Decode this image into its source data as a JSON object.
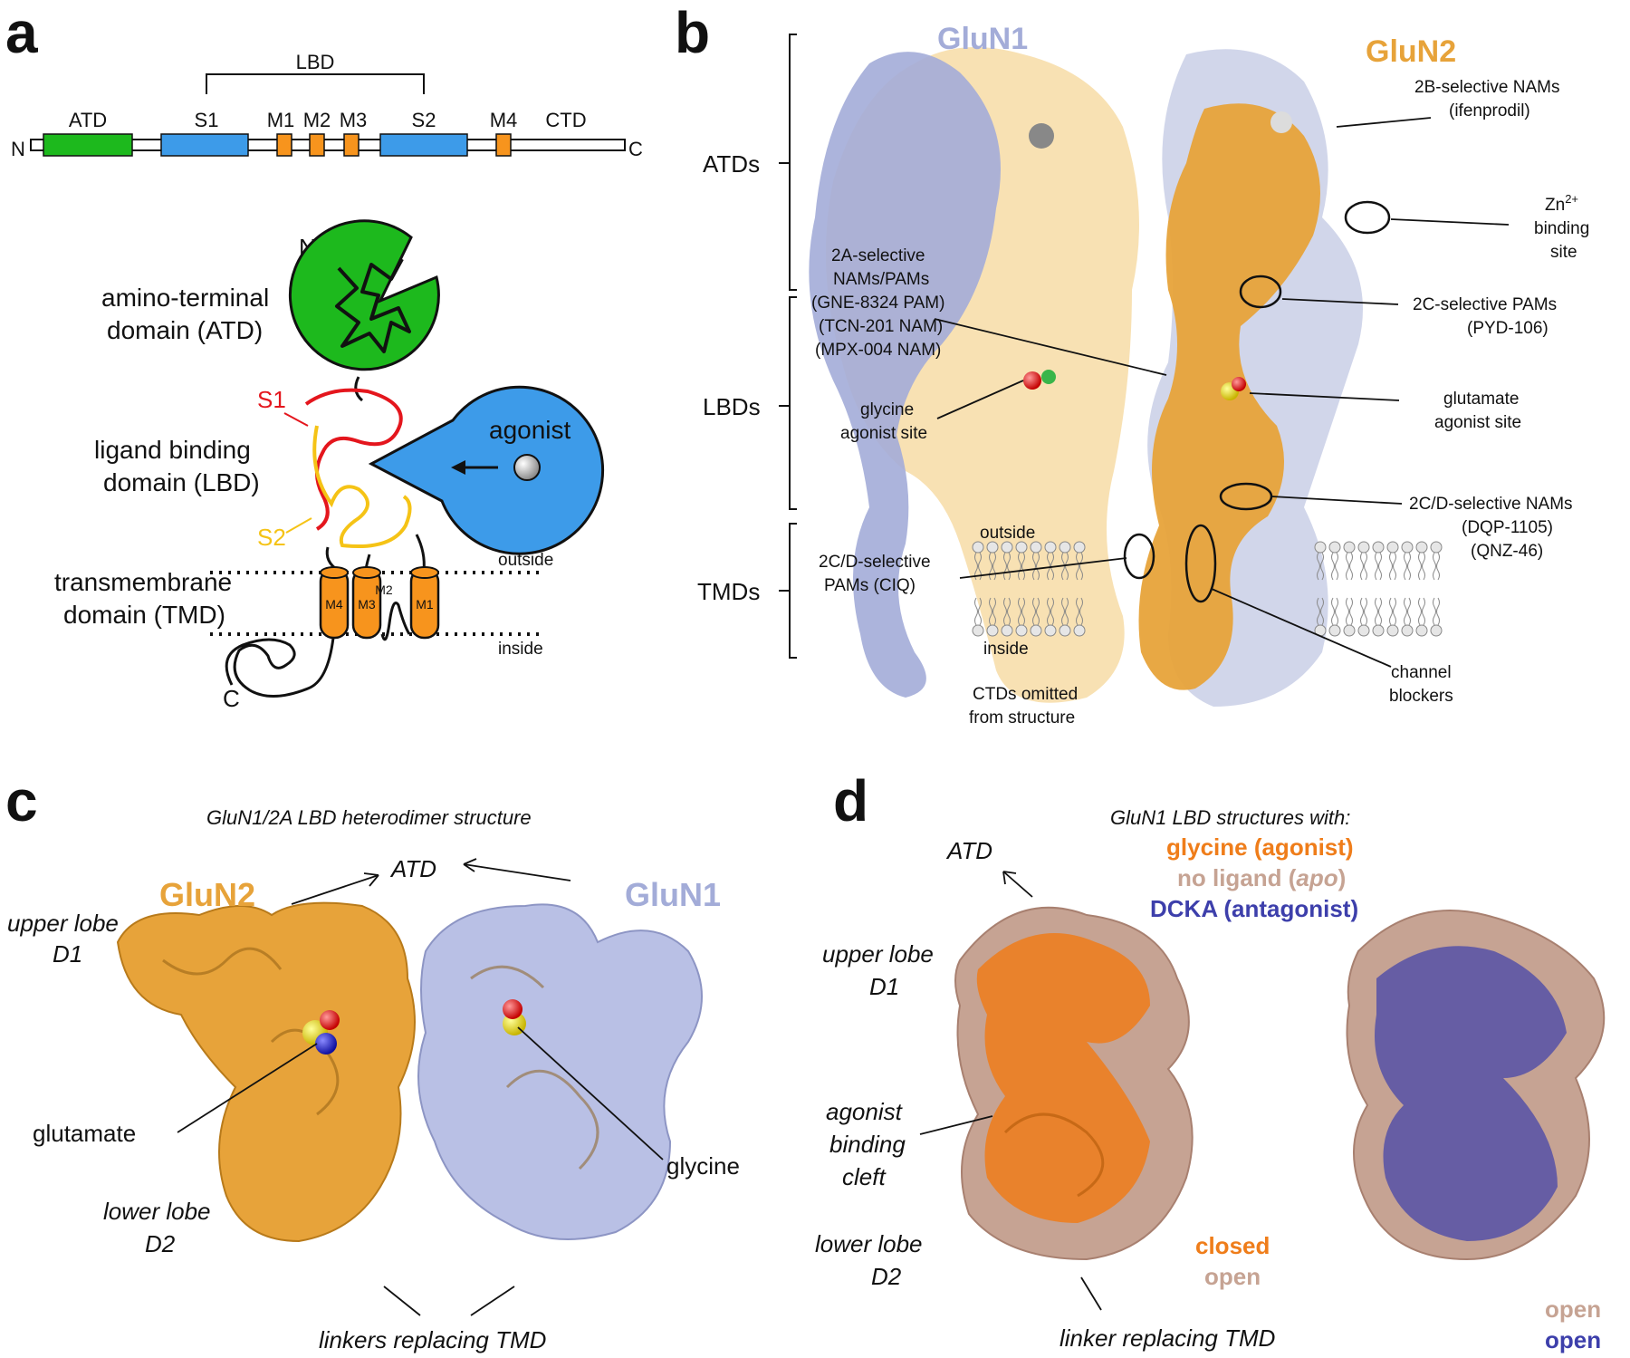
{
  "panels": {
    "a": {
      "letter": "a",
      "bar": {
        "n_terminus": "N",
        "c_terminus": "C",
        "lbd_bracket": "LBD",
        "segments": [
          "ATD",
          "S1",
          "M1",
          "M2",
          "M3",
          "S2",
          "M4",
          "CTD"
        ]
      },
      "cartoon": {
        "n_label": "N",
        "c_label": "C",
        "atd_line1": "amino-terminal",
        "atd_line2": "domain (ATD)",
        "lbd_line1": "ligand binding",
        "lbd_line2": "domain (LBD)",
        "tmd_line1": "transmembrane",
        "tmd_line2": "domain (TMD)",
        "s1": "S1",
        "s2": "S2",
        "agonist": "agonist",
        "outside": "outside",
        "inside": "inside",
        "helix_m4": "M4",
        "helix_m3": "M3",
        "helix_m2": "M2",
        "helix_m1": "M1"
      }
    },
    "b": {
      "letter": "b",
      "glun1": "GluN1",
      "glun2": "GluN2",
      "atds": "ATDs",
      "lbds": "LBDs",
      "tmds": "TMDs",
      "nam_2b_1": "2B-selective NAMs",
      "nam_2b_2": "(ifenprodil)",
      "zn_1": "Zn",
      "zn_sup": "2+",
      "zn_2": "binding",
      "zn_3": "site",
      "pam_2c_1": "2C-selective PAMs",
      "pam_2c_2": "(PYD-106)",
      "sel_2a_1": "2A-selective",
      "sel_2a_2": "NAMs/PAMs",
      "sel_2a_3": "(GNE-8324 PAM)",
      "sel_2a_4": "(TCN-201 NAM)",
      "sel_2a_5": "(MPX-004 NAM)",
      "gly_site_1": "glycine",
      "gly_site_2": "agonist site",
      "glu_site_1": "glutamate",
      "glu_site_2": "agonist site",
      "nam_2cd_1": "2C/D-selective NAMs",
      "nam_2cd_2": "(DQP-1105)",
      "nam_2cd_3": "(QNZ-46)",
      "pam_2cd_1": "2C/D-selective",
      "pam_2cd_2": "PAMs (CIQ)",
      "outside": "outside",
      "inside": "inside",
      "blockers_1": "channel",
      "blockers_2": "blockers",
      "ctd_1": "CTDs omitted",
      "ctd_2": "from structure"
    },
    "c": {
      "letter": "c",
      "title": "GluN1/2A LBD heterodimer structure",
      "atd": "ATD",
      "glun2": "GluN2",
      "glun1": "GluN1",
      "upper_1": "upper lobe",
      "upper_2": "D1",
      "lower_1": "lower lobe",
      "lower_2": "D2",
      "glutamate": "glutamate",
      "glycine": "glycine",
      "linkers": "linkers replacing TMD"
    },
    "d": {
      "letter": "d",
      "title": "GluN1 LBD structures with:",
      "legend_glycine": "glycine (agonist)",
      "legend_apo_a": "no ligand (",
      "legend_apo_b": "apo",
      "legend_apo_c": ")",
      "legend_dcka": "DCKA (antagonist)",
      "atd": "ATD",
      "upper_1": "upper lobe",
      "upper_2": "D1",
      "cleft_1": "agonist",
      "cleft_2": "binding",
      "cleft_3": "cleft",
      "lower_1": "lower lobe",
      "lower_2": "D2",
      "closed": "closed",
      "open1": "open",
      "open2": "open",
      "open3": "open",
      "linker": "linker replacing TMD"
    }
  },
  "colors": {
    "atd_green": "#1db91d",
    "lbd_blue": "#3d9be9",
    "tmd_orange": "#f7941d",
    "s1_red": "#e4161d",
    "s2_yellow": "#f5c316",
    "glun1_lavender": "#a3acd8",
    "glun2_orange": "#e7a33a",
    "glycine_orange": "#ef7d1a",
    "apo_tan": "#c6a393",
    "dcka_blue": "#3d3fab"
  }
}
